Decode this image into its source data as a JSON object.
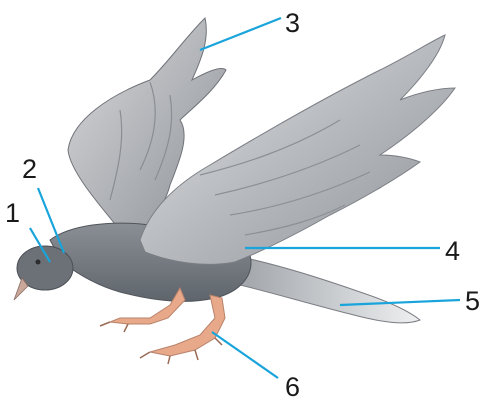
{
  "diagram": {
    "subject": "pigeon",
    "leader_color": "#19a4dc",
    "body_color": "#7d8389",
    "wing_color": "#b9bcc0",
    "foot_color": "#e8a98a",
    "callouts": [
      {
        "label": "1"
      },
      {
        "label": "2"
      },
      {
        "label": "3"
      },
      {
        "label": "4"
      },
      {
        "label": "5"
      },
      {
        "label": "6"
      }
    ]
  }
}
